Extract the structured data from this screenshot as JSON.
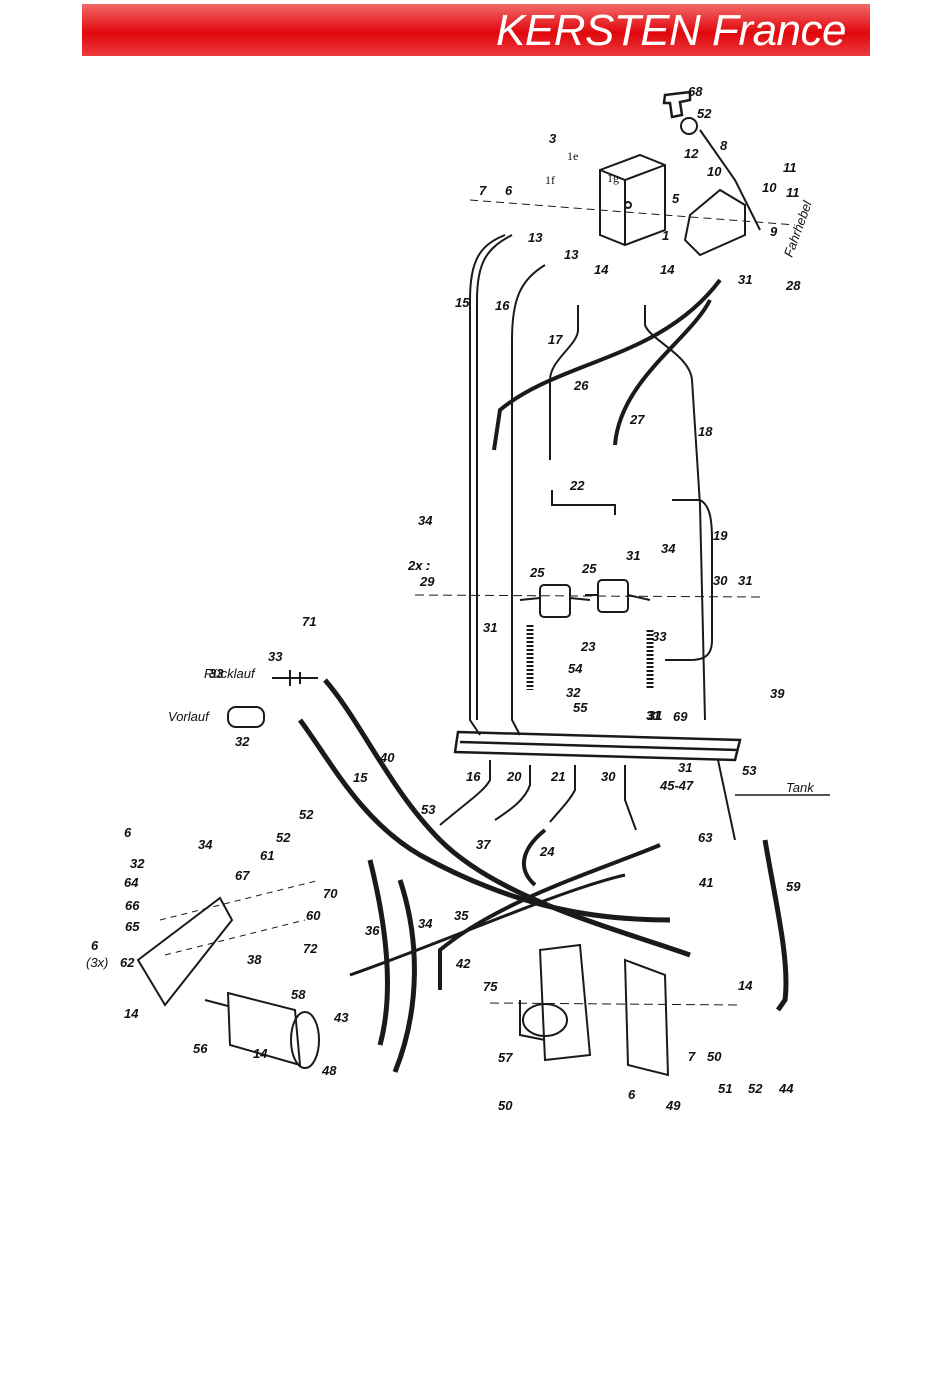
{
  "header": {
    "title": "KERSTEN France"
  },
  "words": {
    "fahrhebel": "Fahrhebel",
    "ruecklauf": "Rücklauf",
    "vorlauf": "Vorlauf",
    "tank": "Tank",
    "two_x": "2x :",
    "three_x": "(3x)"
  },
  "callouts": [
    "68",
    "52",
    "8",
    "3",
    "1e",
    "12",
    "11",
    "1f",
    "1g",
    "10",
    "10",
    "11",
    "7",
    "6",
    "5",
    "13",
    "13",
    "1",
    "9",
    "14",
    "14",
    "31",
    "28",
    "15",
    "16",
    "17",
    "26",
    "27",
    "18",
    "22",
    "34",
    "19",
    "2x :",
    "25",
    "25",
    "31",
    "34",
    "29",
    "30",
    "31",
    "31",
    "71",
    "33",
    "23",
    "33",
    "54",
    "33",
    "32",
    "31",
    "55",
    "32",
    "31",
    "69",
    "39",
    "40",
    "15",
    "16",
    "20",
    "21",
    "30",
    "31",
    "45-47",
    "53",
    "53",
    "37",
    "24",
    "63",
    "52",
    "52",
    "61",
    "34",
    "6",
    "32",
    "64",
    "67",
    "70",
    "41",
    "59",
    "66",
    "60",
    "65",
    "72",
    "35",
    "36",
    "34",
    "6",
    "62",
    "38",
    "42",
    "14",
    "75",
    "58",
    "14",
    "43",
    "57",
    "56",
    "14",
    "48",
    "50",
    "6",
    "7",
    "50",
    "51",
    "52",
    "44",
    "49"
  ]
}
